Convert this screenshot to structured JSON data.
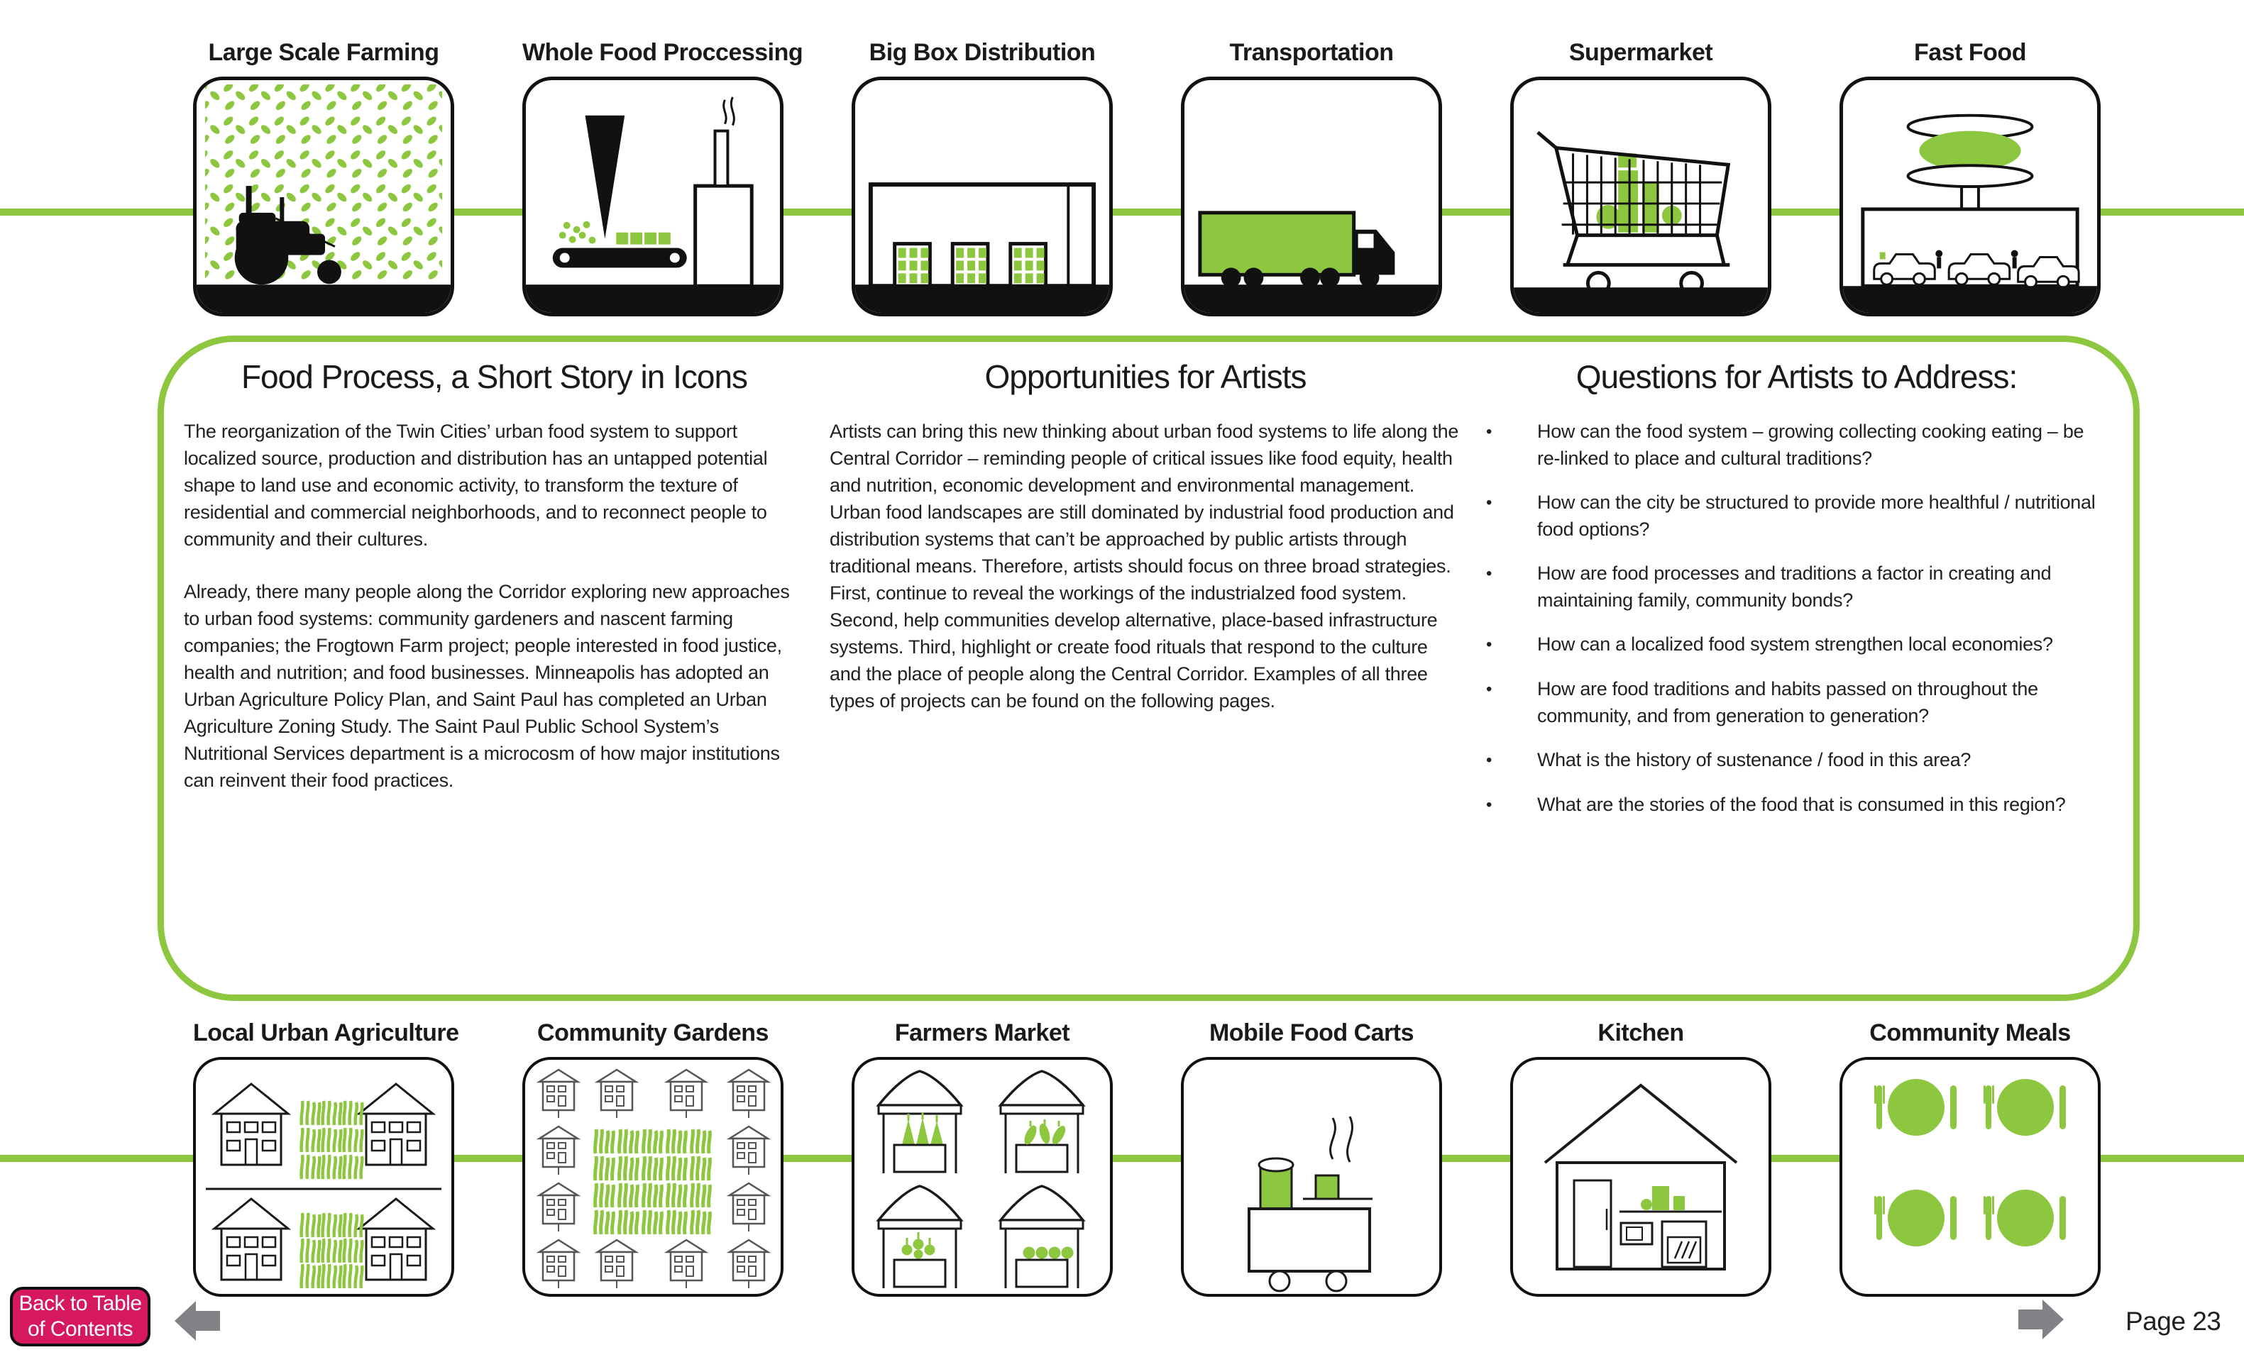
{
  "colors": {
    "accent_green": "#8dc63f",
    "icon_black": "#111111",
    "back_button_pink": "#d6185e",
    "arrow_gray": "#808285",
    "text": "#231f20"
  },
  "top_icons": [
    {
      "label": "Large Scale Farming",
      "icon": "tractor-field-icon"
    },
    {
      "label": "Whole Food Proccessing",
      "icon": "factory-conveyor-icon"
    },
    {
      "label": "Big Box Distribution",
      "icon": "warehouse-icon"
    },
    {
      "label": "Transportation",
      "icon": "truck-icon"
    },
    {
      "label": "Supermarket",
      "icon": "shopping-cart-icon"
    },
    {
      "label": "Fast Food",
      "icon": "drive-thru-icon"
    }
  ],
  "bottom_icons": [
    {
      "label": "Local Urban Agriculture",
      "icon": "houses-garden-icon"
    },
    {
      "label": "Community Gardens",
      "icon": "garden-plots-icon"
    },
    {
      "label": "Farmers Market",
      "icon": "market-tents-icon"
    },
    {
      "label": "Mobile Food Carts",
      "icon": "food-cart-icon"
    },
    {
      "label": "Kitchen",
      "icon": "kitchen-house-icon"
    },
    {
      "label": "Community Meals",
      "icon": "place-settings-icon"
    }
  ],
  "columns": {
    "story": {
      "heading": "Food Process, a Short Story in Icons",
      "paragraphs": [
        "The reorganization of the Twin Cities’ urban food system to support localized source, production and distribution has an untapped potential shape to land use and economic activity, to transform the texture of residential and commercial neighborhoods, and to reconnect people to community and their cultures.",
        "Already, there many people along the Corridor exploring new approaches to urban food systems: community gardeners and nascent farming companies; the Frogtown Farm project; people interested in food justice, health and nutrition; and food businesses. Minneapolis has adopted an Urban Agriculture Policy Plan, and Saint Paul has completed an Urban Agriculture Zoning Study. The Saint Paul Public School System’s Nutritional Services department is a microcosm of how major institutions can reinvent their food practices."
      ]
    },
    "opportunities": {
      "heading": "Opportunities for Artists",
      "paragraphs": [
        "Artists can bring this new thinking about urban food systems to life along the Central Corridor – reminding people of critical issues like food equity, health and nutrition, economic development and environmental management. Urban food landscapes are still dominated by industrial food production and distribution systems that can’t be approached by public artists through traditional means. Therefore, artists should focus on three broad strategies. First, continue to reveal the workings of the industrialzed food system. Second, help communities develop alternative, place-based infrastructure systems. Third, highlight or create food rituals that respond to the culture and the place of people along the Central Corridor.  Examples of all three types of projects can be found on the following pages."
      ]
    },
    "questions": {
      "heading": "Questions for Artists to Address:",
      "bullets": [
        "How can the food system – growing collecting cooking eating – be re-linked to place and cultural traditions?",
        "How can the city be structured to provide more healthful / nutritional food options?",
        "How are food processes and traditions a factor in creating and maintaining family, community bonds?",
        "How can a localized food system strengthen local economies?",
        "How are food traditions and habits passed on throughout the community, and from generation to generation?",
        "What is the history of sustenance / food in this area?",
        "What are the stories of the food that is consumed in this region?"
      ]
    }
  },
  "footer": {
    "back_button_line1": "Back to Table",
    "back_button_line2": "of Contents",
    "page_label": "Page 23"
  }
}
